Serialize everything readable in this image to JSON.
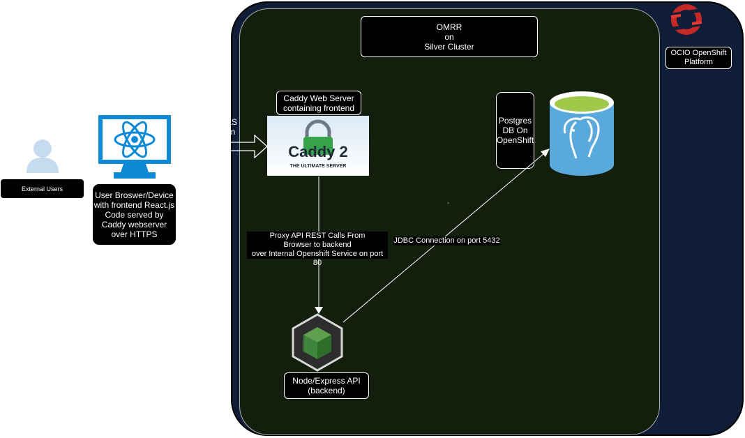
{
  "platform": {
    "title": "OCIO OpenShift\nPlatform",
    "logo_icon": "openshift-logo-icon",
    "fill_color": "#0f1e36"
  },
  "cluster": {
    "title": "OMRR\non\nSilver Cluster",
    "fill_color": "#131f0c"
  },
  "external_users": {
    "label": "External Users",
    "icon": "user-icon"
  },
  "browser_device": {
    "label": "User Broswer/Device\nwith frontend React.js\nCode served by\nCaddy webserver\nover HTTPS",
    "icon": "monitor-react-icon"
  },
  "tls_arrow": {
    "label_partial": "TLS\ntion"
  },
  "caddy": {
    "label": "Caddy Web Server\ncontaining frontend",
    "logo_title": "Caddy 2",
    "logo_subtitle": "THE ULTIMATE SERVER"
  },
  "postgres": {
    "label": "Postgres\nDB On\nOpenShift",
    "icon": "postgres-elephant-icon"
  },
  "node_api": {
    "label": "Node/Express API\n(backend)",
    "icon": "nodejs-hexagon-icon"
  },
  "connections": {
    "proxy_label": "Proxy API REST Calls From\nBrowser to backend\nover Internal Openshift Service on port 80",
    "jdbc_label": "JDBC Connection on port 5432",
    "stray_mark": "`"
  }
}
